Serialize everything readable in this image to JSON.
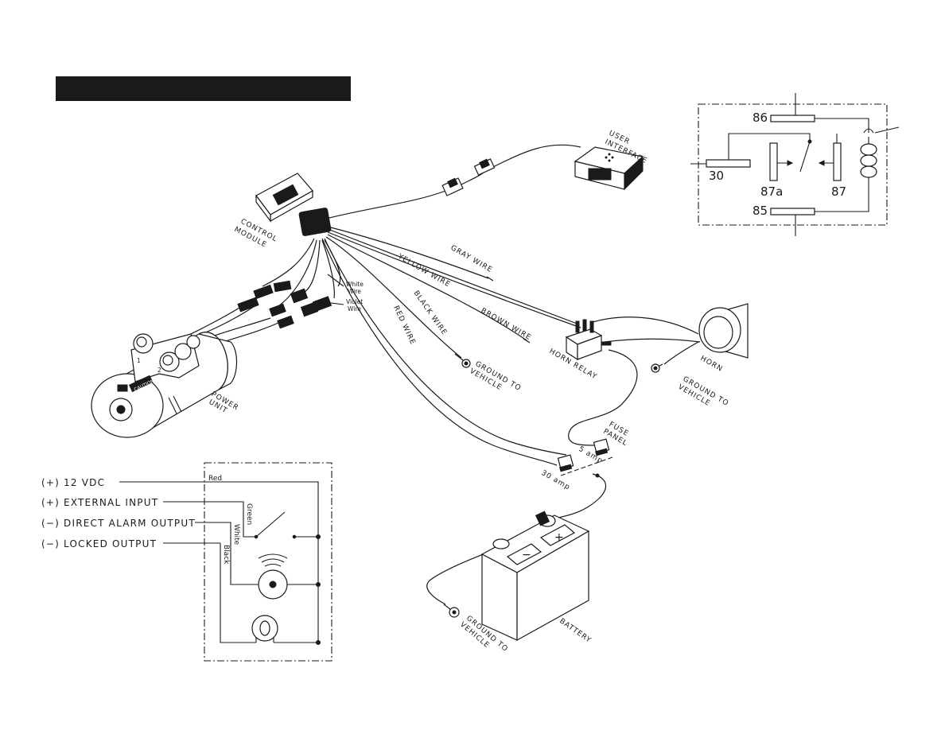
{
  "title_bar": {
    "text": ""
  },
  "relay_diagram": {
    "terminals": {
      "t86": "86",
      "t85": "85",
      "t30": "30",
      "t87a": "87a",
      "t87": "87"
    }
  },
  "component_labels": {
    "user_interface": [
      "USER",
      "INTERFACE"
    ],
    "control_module": [
      "CONTROL",
      "MODULE"
    ],
    "power_unit": [
      "POWER",
      "UNIT"
    ],
    "horn_relay": "HORN RELAY",
    "horn": "HORN",
    "ground_mid": [
      "GROUND TO",
      "VEHICLE"
    ],
    "ground_horn": [
      "GROUND TO",
      "VEHICLE"
    ],
    "ground_battery": [
      "GROUND TO",
      "VEHICLE"
    ],
    "fuse_panel": [
      "FUSE",
      "PANEL"
    ],
    "fuse_5": "5 amp",
    "fuse_30": "30 amp",
    "battery": "BATTERY",
    "caution": "CAUTION",
    "port_1": "1",
    "port_2": "2"
  },
  "wire_labels": {
    "gray": "GRAY WIRE",
    "yellow": "YELLOW WIRE",
    "brown": "BROWN WIRE",
    "black": "BLACK WIRE",
    "red": "RED WIRE",
    "white": [
      "White",
      "Wire"
    ],
    "violet": [
      "Violet",
      "Wire"
    ]
  },
  "io_diagram": {
    "inputs": [
      {
        "label": "(+) 12 VDC",
        "wire": "Red"
      },
      {
        "label": "(+) EXTERNAL INPUT",
        "wire": "Green"
      },
      {
        "label": "(−) DIRECT ALARM OUTPUT",
        "wire": "White"
      },
      {
        "label": "(−) LOCKED OUTPUT",
        "wire": "Black"
      }
    ]
  },
  "battery_terminals": {
    "negative": "−",
    "positive": "+"
  },
  "icons": [
    "plug-connector-icon",
    "buzzer-icon",
    "indicator-lamp-icon",
    "fuse-icon",
    "ring-terminal-icon",
    "relay-coil-icon",
    "switch-icon"
  ]
}
